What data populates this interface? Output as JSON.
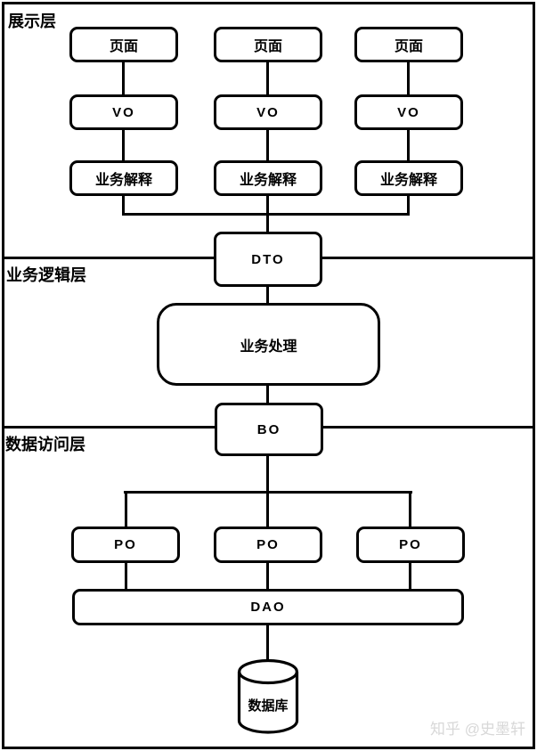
{
  "layers": {
    "presentation": {
      "label": "展示层",
      "columns": [
        {
          "page": "页面",
          "vo": "VO",
          "explain": "业务解释"
        },
        {
          "page": "页面",
          "vo": "VO",
          "explain": "业务解释"
        },
        {
          "page": "页面",
          "vo": "VO",
          "explain": "业务解释"
        }
      ]
    },
    "business_logic": {
      "label": "业务逻辑层",
      "dto": "DTO",
      "process": "业务处理",
      "bo": "BO"
    },
    "data_access": {
      "label": "数据访问层",
      "po": [
        "PO",
        "PO",
        "PO"
      ],
      "dao": "DAO",
      "database": "数据库"
    }
  },
  "watermark": "知乎 @史墨轩",
  "colors": {
    "stroke": "#000000",
    "background": "#ffffff",
    "watermark_text": "#d8d8d8"
  }
}
